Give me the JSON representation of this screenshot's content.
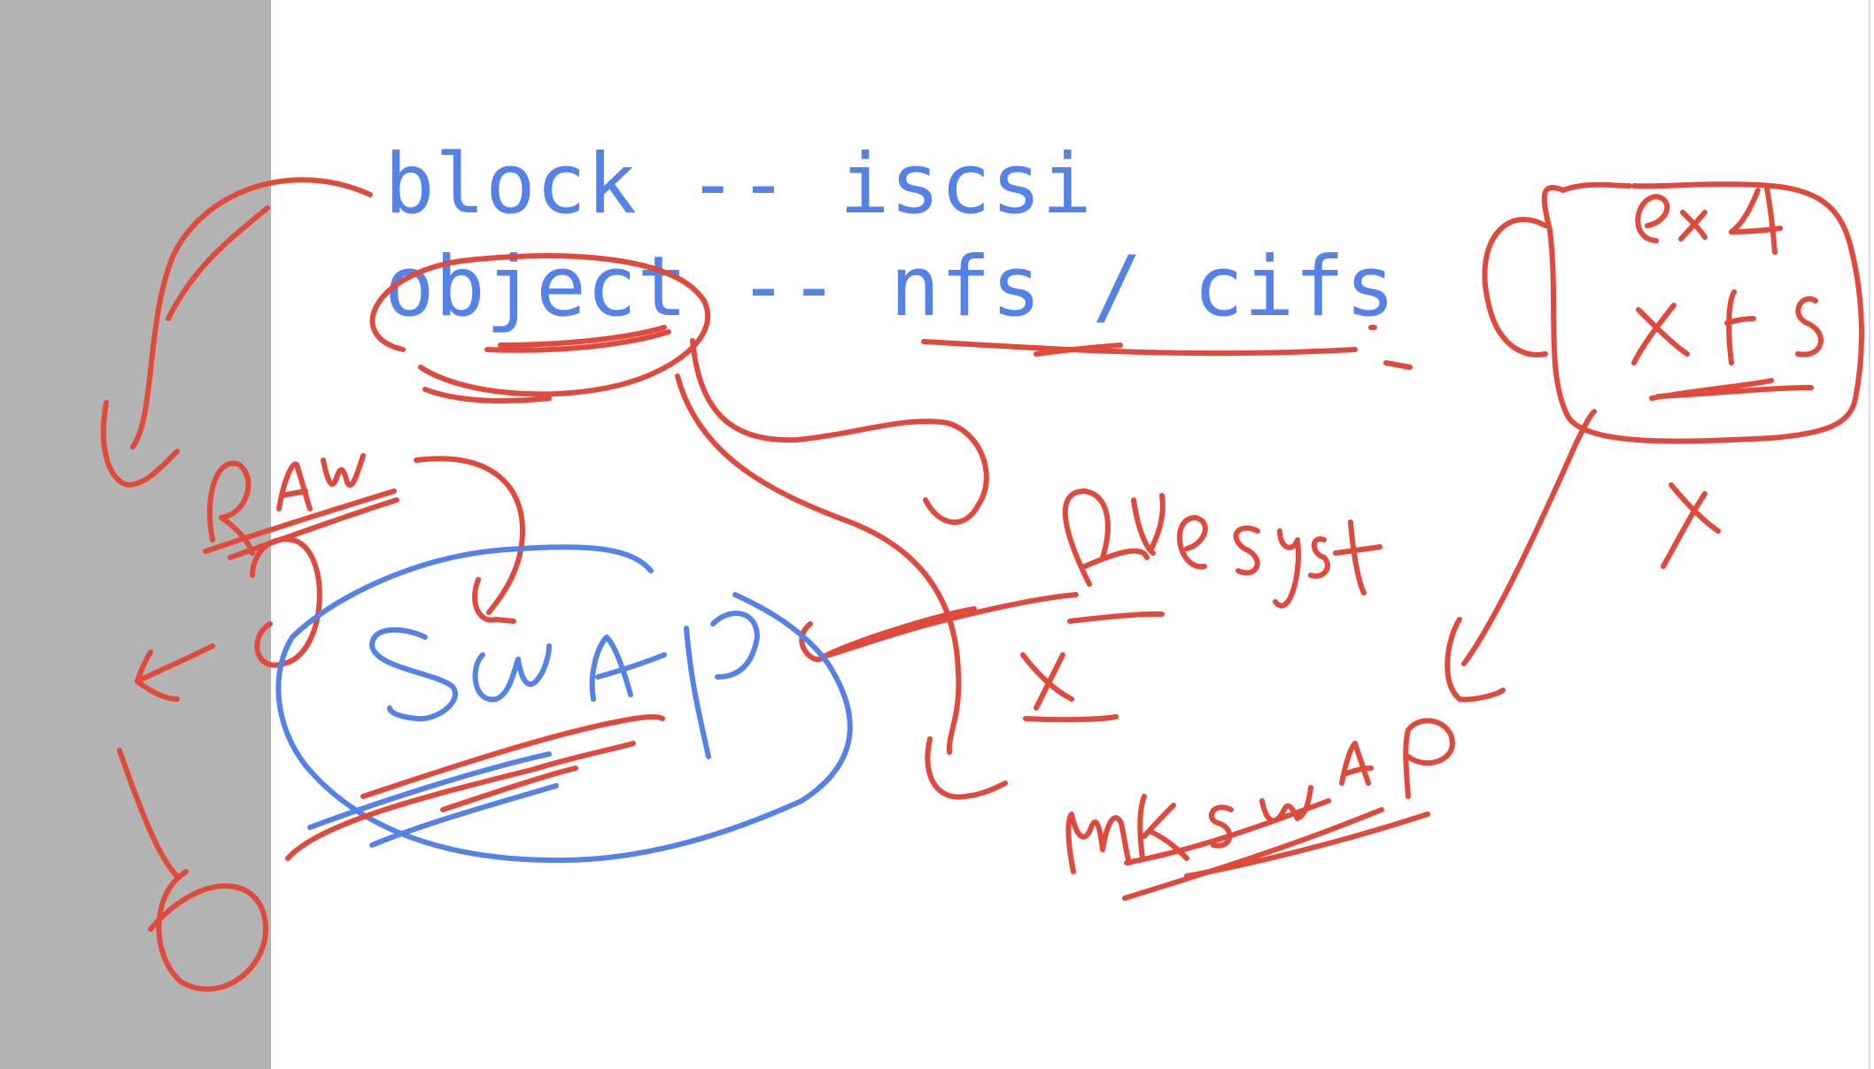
{
  "canvas": {
    "background_color": "#ffffff",
    "gutter_color": "#b3b3b3"
  },
  "colors": {
    "typed_text": "#5582e6",
    "red_ink": "#e04a3c",
    "blue_ink": "#5582e6"
  },
  "typed_lines": [
    {
      "text": "block -- iscsi"
    },
    {
      "text": "object -- nfs / cifs"
    }
  ],
  "handwritten_notes": [
    "RAW",
    "SWAP",
    "filesyst",
    "X",
    "mkswap",
    "ext4",
    "XFS",
    "X"
  ]
}
